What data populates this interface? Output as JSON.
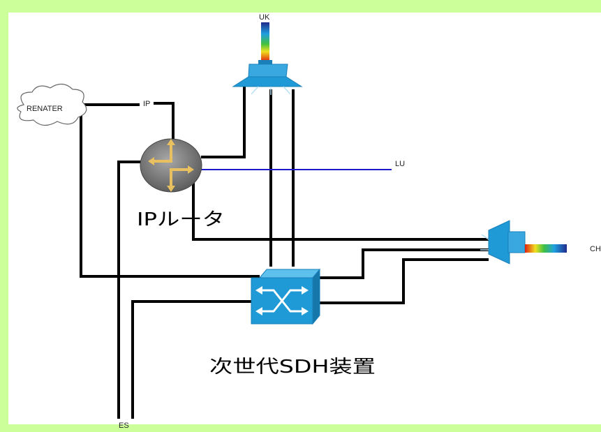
{
  "nodes": {
    "renater": "RENATER",
    "ip": "IP",
    "uk": "UK",
    "lu": "LU",
    "ch": "CH",
    "es": "ES"
  },
  "captions": {
    "router": "IPルータ",
    "sdh": "次世代SDH装置"
  },
  "colors": {
    "background": "#ccff99",
    "diagram_bg": "#ffffff",
    "trunk_line": "#000000",
    "lu_line": "#1a1acc",
    "equipment_blue": "#1f9ad6",
    "router_gray": "#7c7c7c",
    "router_arrows": "#e8c060"
  },
  "icons": [
    "cloud-icon",
    "router-icon",
    "optical-mux-icon",
    "sdh-switch-icon",
    "spectrum-gradient-icon"
  ]
}
